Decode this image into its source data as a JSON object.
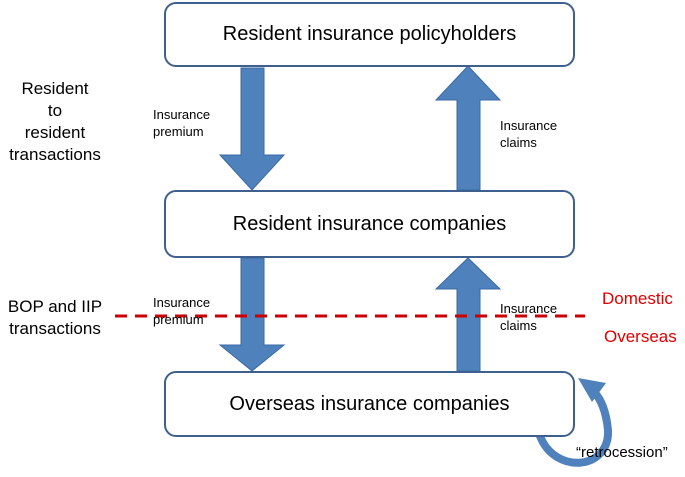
{
  "boxes": {
    "policyholders": "Resident insurance policyholders",
    "resident_companies": "Resident insurance companies",
    "overseas_companies": "Overseas insurance companies"
  },
  "flows": {
    "premium_top": [
      "Insurance",
      "premium"
    ],
    "claims_top": [
      "Insurance",
      "claims"
    ],
    "premium_bottom": [
      "Insurance",
      "premium"
    ],
    "claims_bottom": [
      "Insurance",
      "claims"
    ]
  },
  "side_labels": {
    "resident_transactions": [
      "Resident",
      "to",
      "resident",
      "transactions"
    ],
    "bop_iip": [
      "BOP and IIP",
      "transactions"
    ]
  },
  "boundary": {
    "domestic": "Domestic",
    "overseas": "Overseas"
  },
  "retrocession": "“retrocession”",
  "colors": {
    "arrow": "#4f81bd",
    "arrow_border": "#3a6aa3",
    "box_border": "#3f5f8f",
    "boundary_line": "#cc0000",
    "boundary_text": "#e00000"
  }
}
